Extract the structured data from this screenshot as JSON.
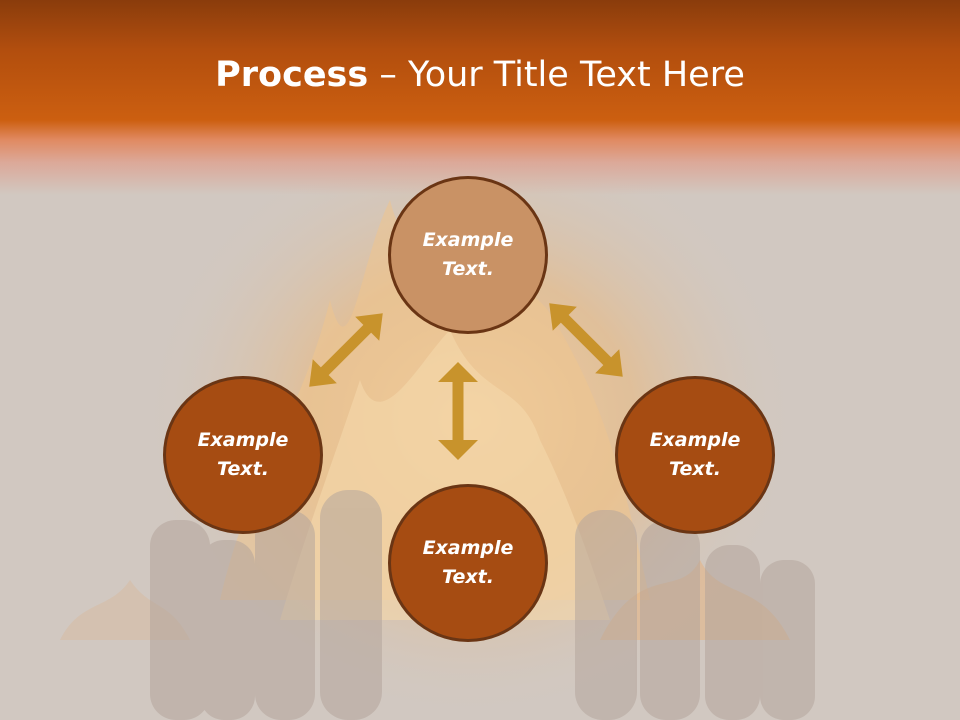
{
  "slide": {
    "title_bold": "Process",
    "title_rest": " – Your Title Text Here"
  },
  "nodes": {
    "top": "Example\nText.",
    "left": "Example\nText.",
    "right": "Example\nText.",
    "bottom": "Example\nText."
  },
  "colors": {
    "node_top": "#c99265",
    "node_other": "#a64c12",
    "arrow": "#c8932c",
    "header": "#cc5f10"
  }
}
